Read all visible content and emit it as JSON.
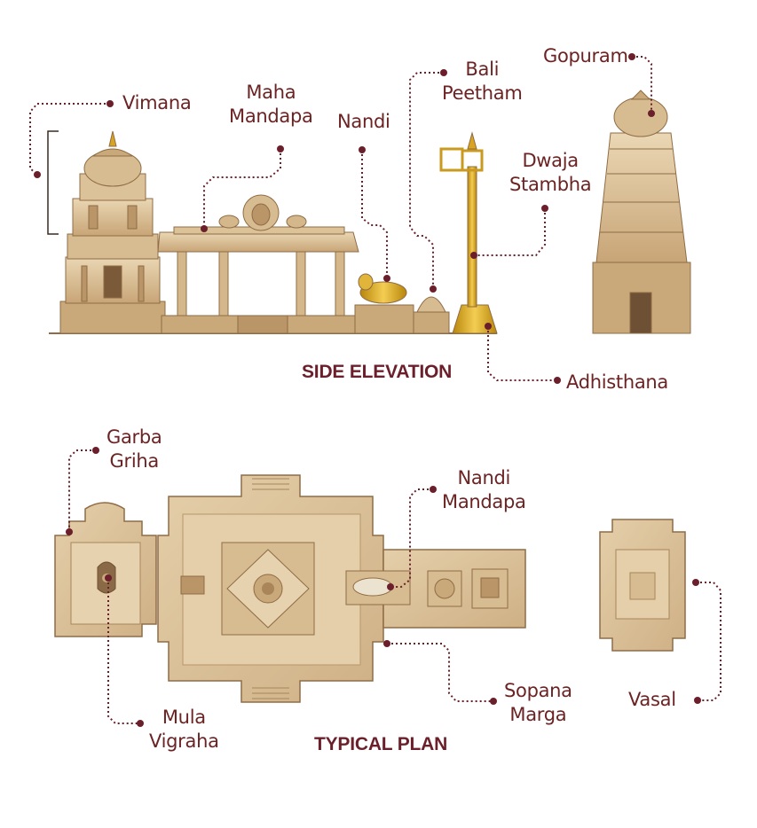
{
  "colors": {
    "leader": "#6b1f2a",
    "label_text": "#6b2323",
    "stone_light": "#e3cda7",
    "stone_mid": "#c9a87a",
    "stone_dark": "#8f6c45",
    "gold": "#d9a520",
    "background": "#ffffff"
  },
  "elevation": {
    "section_title": "SIDE ELEVATION",
    "labels": {
      "vimana": "Vimana",
      "maha_mandapa": [
        "Maha",
        "Mandapa"
      ],
      "nandi": "Nandi",
      "bali_peetham": [
        "Bali",
        "Peetham"
      ],
      "gopuram": "Gopuram",
      "dwaja_stambha": [
        "Dwaja",
        "Stambha"
      ],
      "adhisthana": "Adhisthana"
    }
  },
  "plan": {
    "section_title": "TYPICAL PLAN",
    "labels": {
      "garba_griha": [
        "Garba",
        "Griha"
      ],
      "nandi_mandapa": [
        "Nandi",
        "Mandapa"
      ],
      "mula_vigraha": [
        "Mula",
        "Vigraha"
      ],
      "sopana_marga": [
        "Sopana",
        "Marga"
      ],
      "vasal": "Vasal"
    }
  }
}
